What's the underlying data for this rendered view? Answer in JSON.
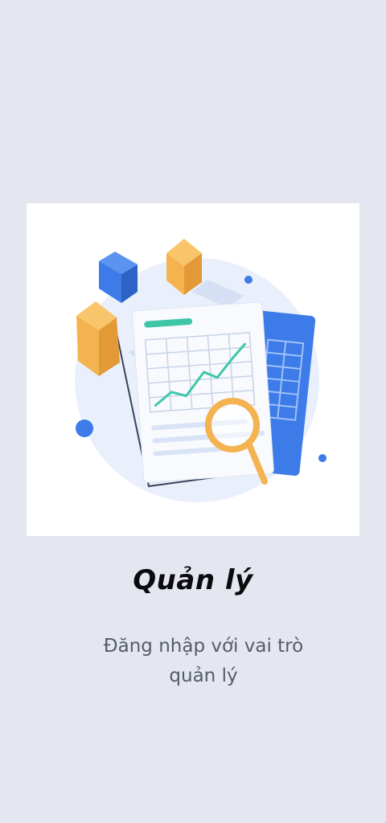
{
  "role": {
    "title": "Quản lý",
    "description": "Đăng nhập với vai trò quản lý"
  },
  "illustration": {
    "icon": "analytics-report-magnifier-illustration",
    "colors": {
      "background_circle": "#e8f0fd",
      "blue_accent": "#3c7be8",
      "orange_accent": "#f4b350",
      "teal_accent": "#3ec7a7",
      "paper": "#f7f9fd",
      "outline": "#3c4257"
    }
  },
  "colors": {
    "page_background": "#e4e7ef",
    "title": "#0b0b0f",
    "description": "#555b6b"
  }
}
